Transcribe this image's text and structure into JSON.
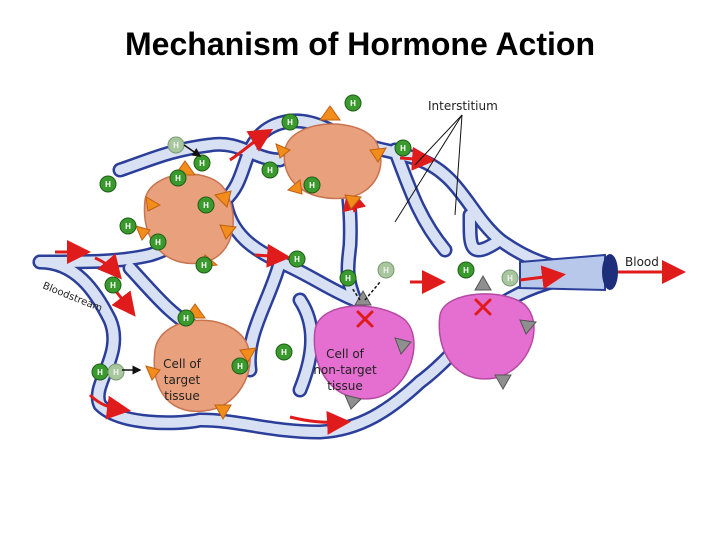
{
  "title": "Mechanism of Hormone Action",
  "labels": {
    "interstitium": "Interstitium",
    "blood": "Blood",
    "bloodstream": "Bloodstream",
    "target_cell": [
      "Cell of",
      "target",
      "tissue"
    ],
    "nontarget_cell": [
      "Cell of",
      "non-target",
      "tissue"
    ]
  },
  "hormone_symbol": "H",
  "colors": {
    "vessel_outline": "#2b3f9a",
    "vessel_fill": "#d7e1f3",
    "flow_arrow": "#e01b1b",
    "hormone": "#3b9a2e",
    "hormone_unbound": "#a9c79f",
    "target_cell": "#e9a07c",
    "target_receptor": "#f28c1a",
    "nontarget_cell": "#e46fd0",
    "nontarget_receptor": "#8f8f8f"
  }
}
